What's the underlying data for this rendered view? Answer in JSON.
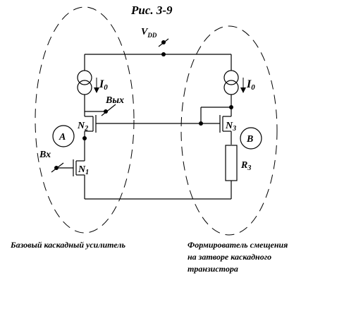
{
  "title": "Рис. 3-9",
  "supply_label": "V",
  "supply_subscript": "DD",
  "current_source_label": "I",
  "current_source_subscript": "0",
  "output_label": "Вых",
  "input_label": "Вх",
  "transistors": [
    {
      "name": "N",
      "index": "2"
    },
    {
      "name": "N",
      "index": "1"
    },
    {
      "name": "N",
      "index": "3"
    }
  ],
  "resistor": {
    "name": "R",
    "index": "3"
  },
  "blocks": [
    {
      "label": "A"
    },
    {
      "label": "B"
    }
  ],
  "captions": {
    "left": "Базовый каскадный усилитель",
    "right_line1": "Формирователь смещения",
    "right_line2": "на затворе каскадного",
    "right_line3": "транзистора"
  }
}
